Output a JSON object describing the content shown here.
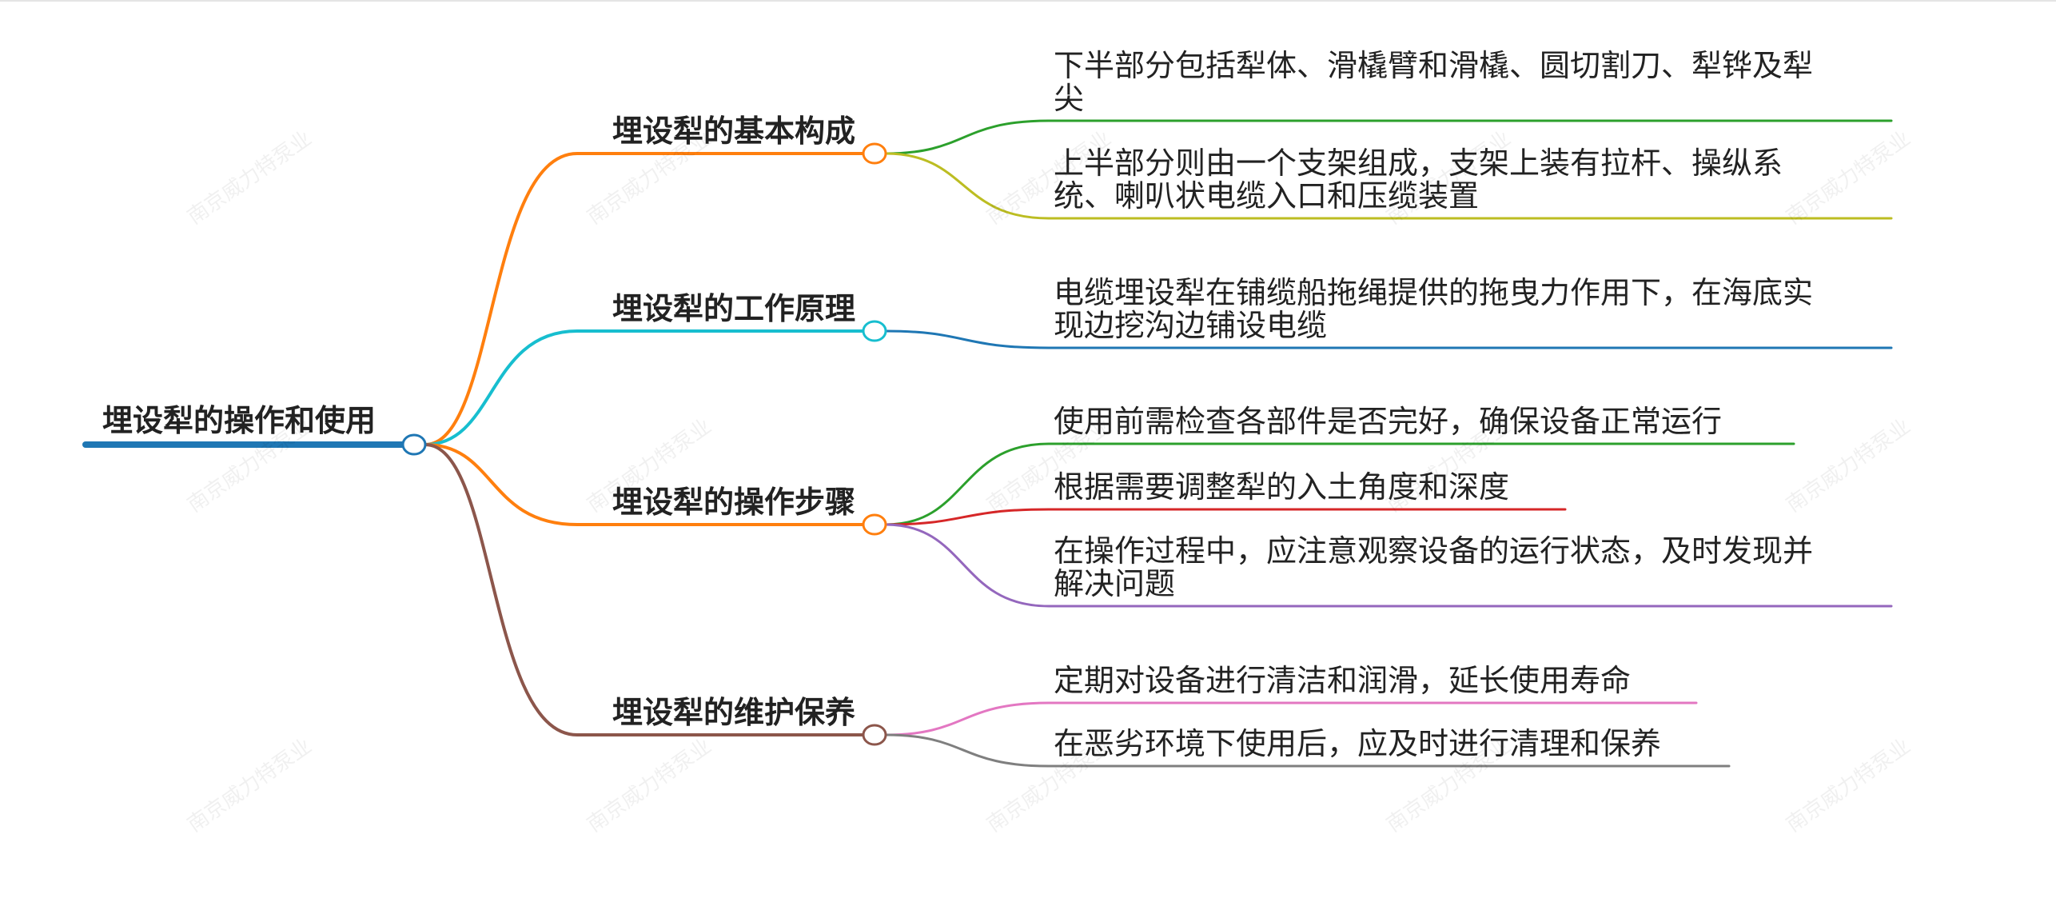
{
  "root": {
    "label": "埋设犁的操作和使用",
    "color": "#1f77b4"
  },
  "branches": [
    {
      "label": "埋设犁的基本构成",
      "color": "#ff7f0e",
      "children": [
        {
          "lines": [
            "下半部分包括犁体、滑橇臂和滑橇、圆切割刀、犁铧及犁",
            "尖"
          ],
          "color": "#2ca02c"
        },
        {
          "lines": [
            "上半部分则由一个支架组成，支架上装有拉杆、操纵系",
            "统、喇叭状电缆入口和压缆装置"
          ],
          "color": "#bcbd22"
        }
      ]
    },
    {
      "label": "埋设犁的工作原理",
      "color": "#17becf",
      "children": [
        {
          "lines": [
            "电缆埋设犁在铺缆船拖绳提供的拖曳力作用下，在海底实",
            "现边挖沟边铺设电缆"
          ],
          "color": "#1f77b4"
        }
      ]
    },
    {
      "label": "埋设犁的操作步骤",
      "color": "#ff7f0e",
      "children": [
        {
          "lines": [
            "使用前需检查各部件是否完好，确保设备正常运行"
          ],
          "color": "#2ca02c"
        },
        {
          "lines": [
            "根据需要调整犁的入土角度和深度"
          ],
          "color": "#d62728"
        },
        {
          "lines": [
            "在操作过程中，应注意观察设备的运行状态，及时发现并",
            "解决问题"
          ],
          "color": "#9467bd"
        }
      ]
    },
    {
      "label": "埋设犁的维护保养",
      "color": "#8c564b",
      "children": [
        {
          "lines": [
            "定期对设备进行清洁和润滑，延长使用寿命"
          ],
          "color": "#e377c2"
        },
        {
          "lines": [
            "在恶劣环境下使用后，应及时进行清理和保养"
          ],
          "color": "#7f7f7f"
        }
      ]
    }
  ],
  "watermark": "南京威力特泵业"
}
